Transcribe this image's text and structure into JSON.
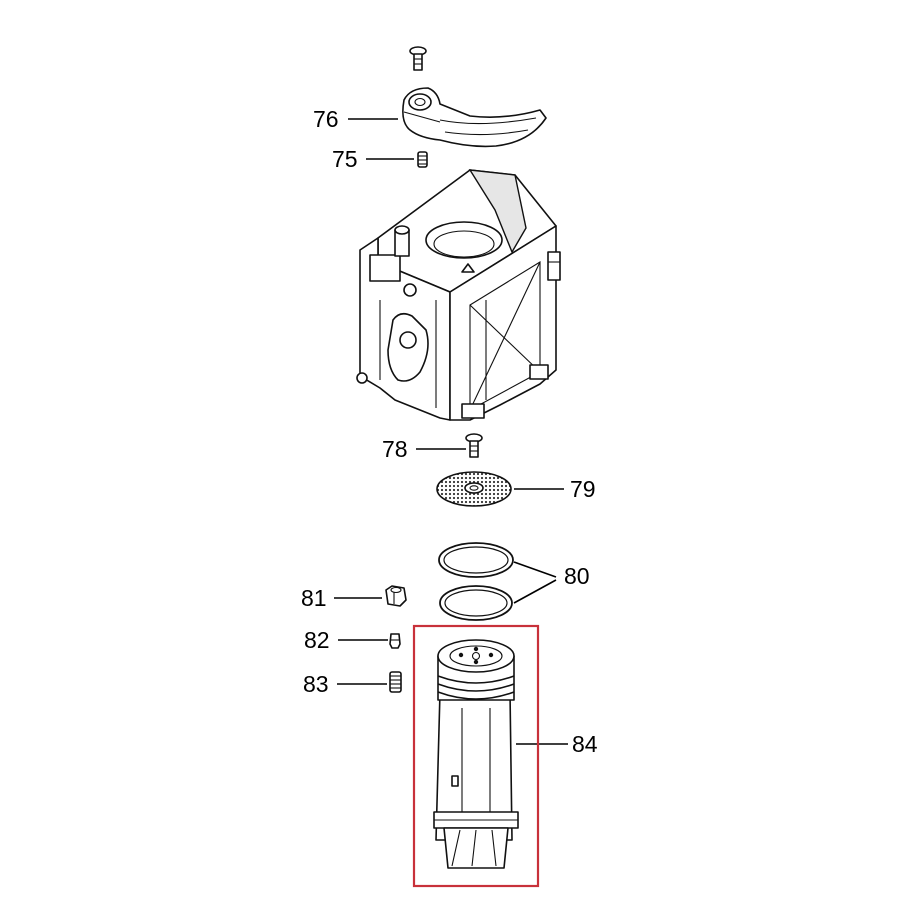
{
  "callouts": [
    {
      "id": "76",
      "label": "76"
    },
    {
      "id": "75",
      "label": "75"
    },
    {
      "id": "78",
      "label": "78"
    },
    {
      "id": "79",
      "label": "79"
    },
    {
      "id": "80",
      "label": "80"
    },
    {
      "id": "81",
      "label": "81"
    },
    {
      "id": "82",
      "label": "82"
    },
    {
      "id": "83",
      "label": "83"
    },
    {
      "id": "84",
      "label": "84"
    }
  ],
  "highlight": {
    "part": "84",
    "color": "#c8313a"
  },
  "colors": {
    "line": "#000000",
    "background": "#ffffff"
  }
}
